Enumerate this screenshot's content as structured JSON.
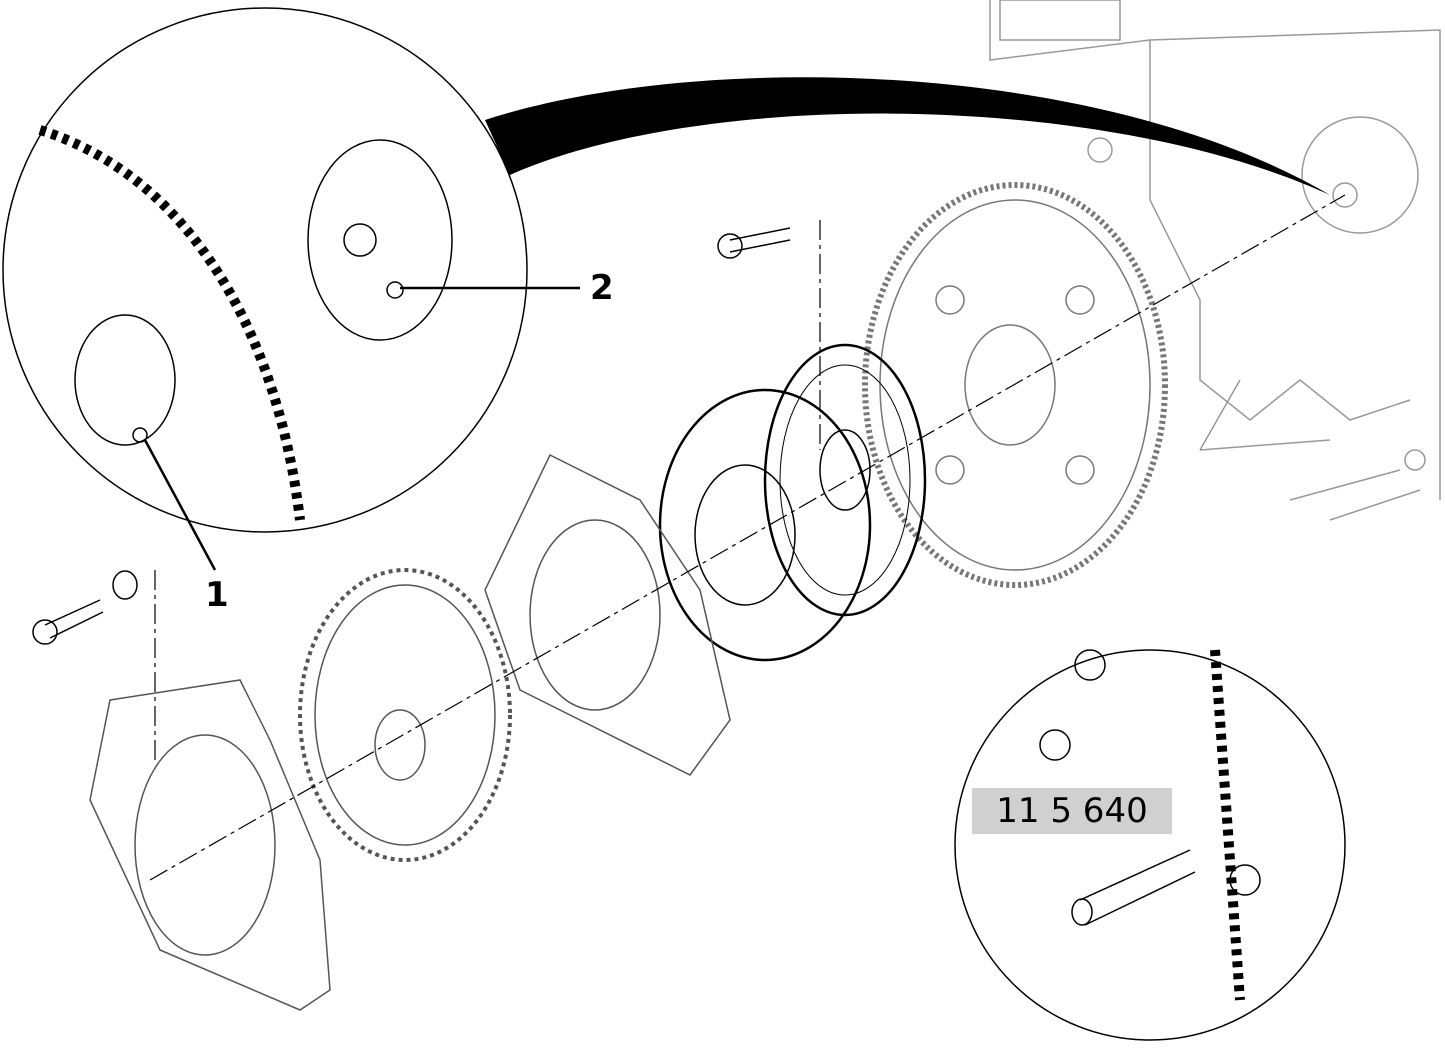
{
  "callouts": {
    "one": "1",
    "two": "2"
  },
  "tool_number": "11 5 640",
  "colors": {
    "line": "#000000",
    "faint": "#888888",
    "label_bg": "#d0d0d0"
  }
}
